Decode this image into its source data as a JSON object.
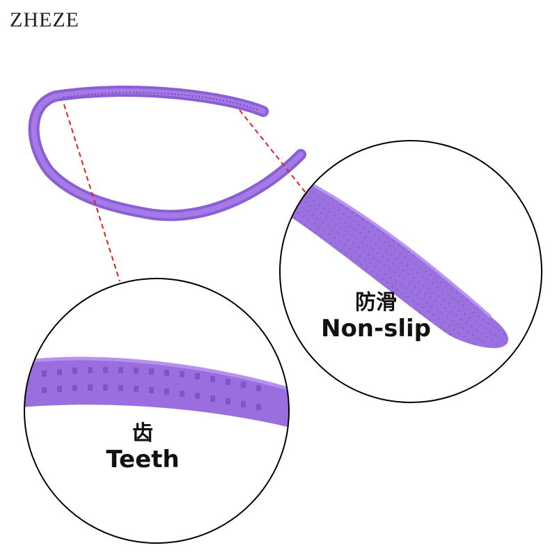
{
  "brand": "ZHEZE",
  "callouts": {
    "non_slip": {
      "chinese": "防滑",
      "english": "Non-slip"
    },
    "teeth": {
      "chinese": "齿",
      "english": "Teeth"
    }
  },
  "colors": {
    "band": "#9a6ede",
    "band_dark": "#7d52c8",
    "band_light": "#b592ec",
    "leader_line": "#e02020",
    "circle_stroke": "#000000"
  }
}
